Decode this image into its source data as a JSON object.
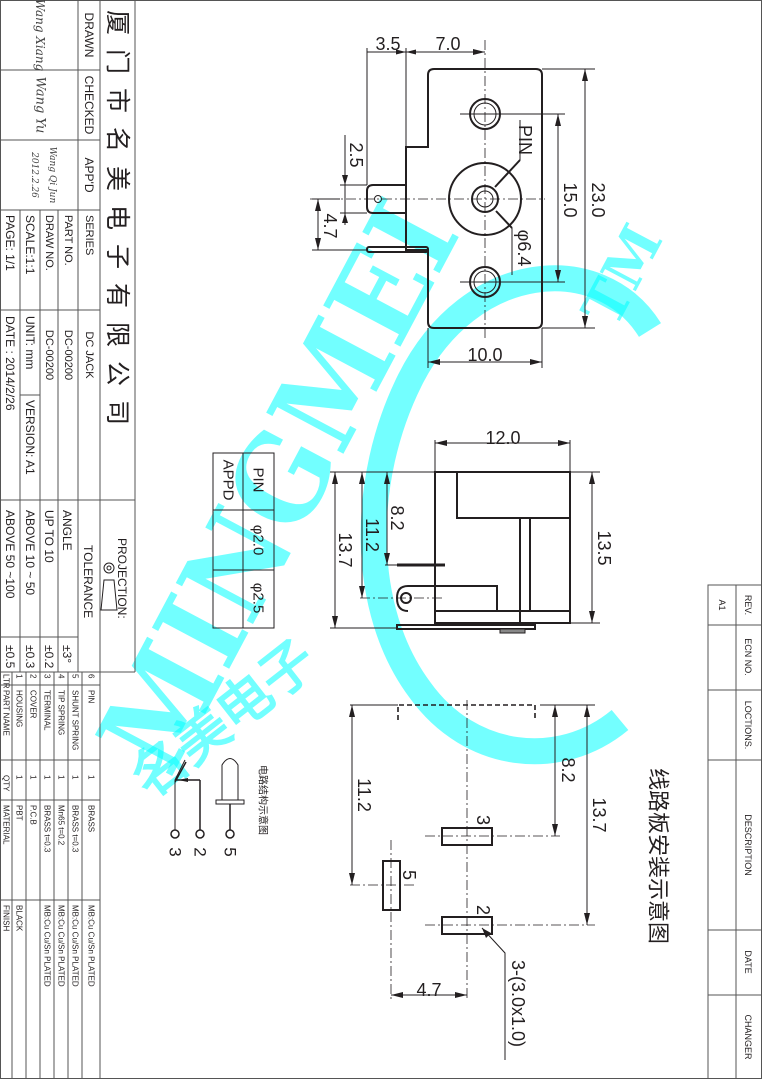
{
  "title_block": {
    "company": "厦门市名美电子有限公司",
    "drawn_label": "DRAWN",
    "checked_label": "CHECKED",
    "approved_label": "APP'D",
    "drawn_sig": "Wang Xiang",
    "checked_sig": "Wang Yu",
    "approved_sig": "Wang Qi Jun",
    "approved_date": "2012.2.26",
    "series_label": "SERIES",
    "series": "DC JACK",
    "part_no_label": "PART  NO.",
    "part_no": "DC-00200",
    "draw_no_label": "DRAW NO.",
    "draw_no": "DC-00200",
    "scale": "SCALE:1:1",
    "unit": "UNIT: mm",
    "version": "VERSION: A1",
    "page": "PAGE:  1/1",
    "date": "DATE : 2014/2/26"
  },
  "tolerance": {
    "projection_label": "PROJECTION:",
    "tolerance_label": "TOLERANCE",
    "rows": [
      {
        "label": "ANGLE",
        "value": "±3°"
      },
      {
        "label": "UP TO 10",
        "value": "±0.2"
      },
      {
        "label": "ABOVE 10 ~ 50",
        "value": "±0.3"
      },
      {
        "label": "ABOVE 50 ~100",
        "value": "±0.5"
      }
    ]
  },
  "parts_table": {
    "headers": [
      "LTR",
      "PART NAME",
      "QTY",
      "MATERIAL",
      "FINISH"
    ],
    "rows": [
      [
        "1",
        "HOUSING",
        "1",
        "PBT",
        "BLACK"
      ],
      [
        "2",
        "COVER",
        "1",
        "P.C.B",
        ""
      ],
      [
        "3",
        "TERMINAL",
        "1",
        "BRASS  t=0.3",
        "MB:Cu   Cu/Sn   PLATED"
      ],
      [
        "4",
        "TIP  SPRING",
        "1",
        "Mn65  t=0.2",
        "MB:Cu   Cu/Sn   PLATED"
      ],
      [
        "5",
        "SHUNT  SPRING",
        "1",
        "BRASS  t=0.3",
        "MB:Cu   Cu/Sn   PLATED"
      ],
      [
        "6",
        "PIN",
        "1",
        "BRASS",
        "MB:Cu   Cu/Sn   PLATED"
      ]
    ]
  },
  "revision_table": {
    "headers": [
      "REV.",
      "ECN NO.",
      "LOCTIONS.",
      "DESCRIPTION",
      "DATE",
      "CHANGER"
    ],
    "row": [
      "A1",
      "",
      "",
      "",
      "",
      ""
    ]
  },
  "pin_table": {
    "labels": [
      "PIN",
      "APPD"
    ],
    "pin_values": [
      "φ2.0",
      "φ2.5"
    ]
  },
  "top_view": {
    "dims": [
      "3.5",
      "7.0",
      "2.5",
      "4.7",
      "23.0",
      "15.0",
      "10.0"
    ],
    "pin_label": "PIN",
    "diameter": "φ6.4"
  },
  "side_view": {
    "dims": [
      "12.0",
      "8.2",
      "11.2",
      "13.7",
      "13.5"
    ]
  },
  "pcb_layout": {
    "title": "线路板安装示意图",
    "dims": [
      "8.2",
      "13.7",
      "11.2",
      "4.7"
    ],
    "pins": [
      "3",
      "5",
      "2"
    ],
    "hole_note": "3-(3.0x1.0)"
  },
  "schematic": {
    "title": "电路结构示意图",
    "pins": [
      "3",
      "2",
      "5"
    ]
  },
  "watermark": {
    "brand": "MINGMEI",
    "tm": "TM",
    "cn": "名美电子",
    "color": "#00ffff"
  }
}
